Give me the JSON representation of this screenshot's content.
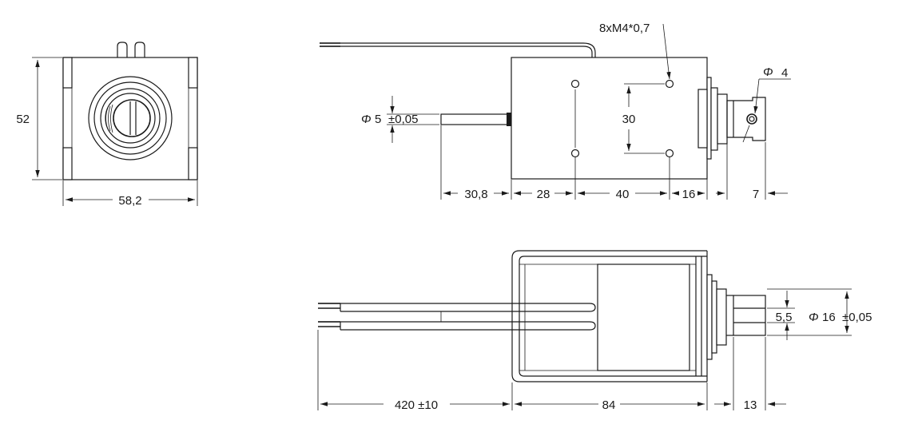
{
  "dimensions": {
    "end_height": "52",
    "end_width": "58,2",
    "thread": "8xM4*0,7",
    "shaft_dia_symbol": "Φ",
    "shaft_dia": "5",
    "shaft_tol": "±0,05",
    "hole_dia_symbol": "Φ",
    "hole_dia": "4",
    "hole_spacing": "30",
    "plunger_ext": "30,8",
    "pitch_a": "28",
    "pitch_b": "40",
    "pitch_c": "16",
    "stem_len": "7",
    "lead_len": "420 ±10",
    "body_len": "84",
    "boss_len": "13",
    "flat": "5,5",
    "boss_dia_symbol": "Φ",
    "boss_dia": "16",
    "boss_tol": "±0,05"
  }
}
